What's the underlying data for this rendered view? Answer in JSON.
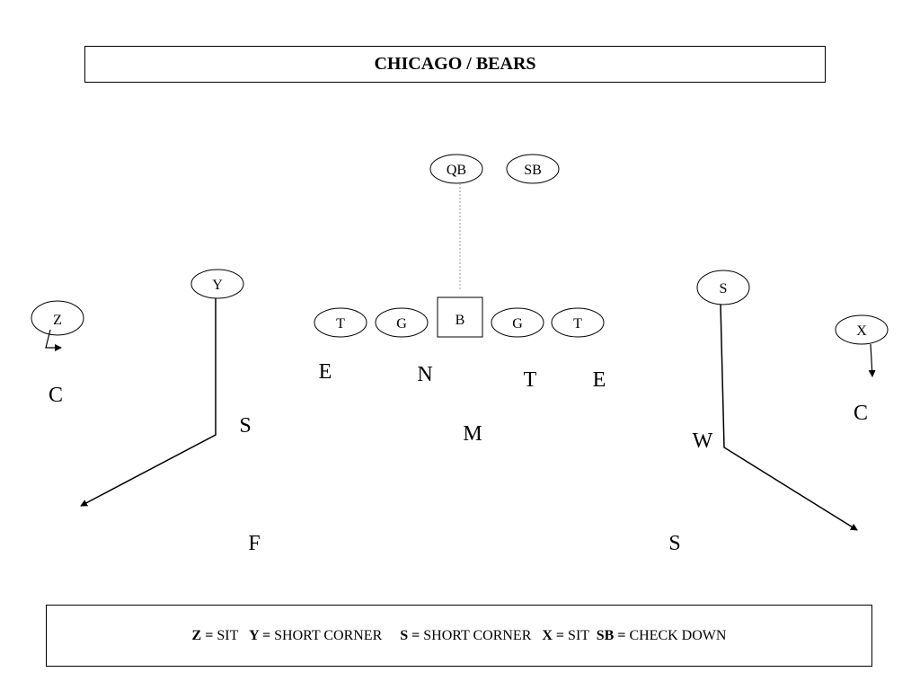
{
  "title": "CHICAGO / BEARS",
  "offense": {
    "qb": "QB",
    "sb": "SB",
    "y": "Y",
    "z": "Z",
    "s": "S",
    "x": "X",
    "lt": "T",
    "lg": "G",
    "center": "B",
    "rg": "G",
    "rt": "T"
  },
  "defense": {
    "left_e": "E",
    "n": "N",
    "t": "T",
    "right_e": "E",
    "left_c": "C",
    "right_c": "C",
    "left_s": "S",
    "m": "M",
    "w": "W",
    "f": "F",
    "right_s": "S"
  },
  "legend": {
    "z_key": "Z =",
    "z_val": " SIT   ",
    "y_key": "Y =",
    "y_val": " SHORT CORNER     ",
    "s_key": "S =",
    "s_val": " SHORT CORNER   ",
    "x_key": "X =",
    "x_val": " SIT  ",
    "sb_key": "SB =",
    "sb_val": " CHECK DOWN"
  }
}
